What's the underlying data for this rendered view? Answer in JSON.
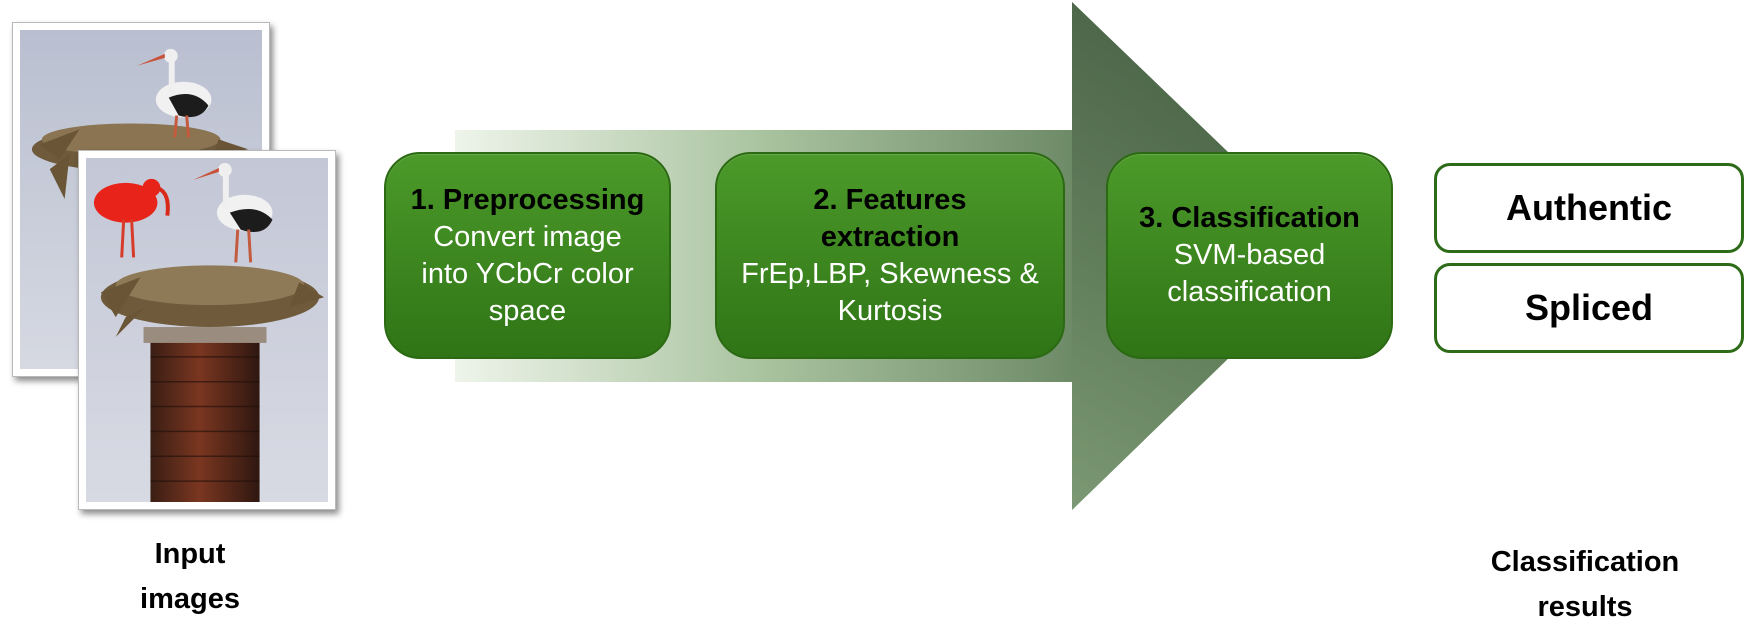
{
  "input": {
    "caption_line1": "Input",
    "caption_line2": "images"
  },
  "steps": [
    {
      "title": "1. Preprocessing",
      "desc_lines": [
        "Convert image",
        "into YCbCr color",
        "space"
      ]
    },
    {
      "title_lines": [
        "2. Features",
        "extraction"
      ],
      "desc_lines": [
        "FrEp,LBP, Skewness &",
        "Kurtosis"
      ]
    },
    {
      "title": "3. Classification",
      "desc_lines": [
        "SVM-based",
        "classification"
      ]
    }
  ],
  "results": {
    "authentic": "Authentic",
    "spliced": "Spliced",
    "caption_line1": "Classification",
    "caption_line2": "results"
  },
  "colors": {
    "box_green": "#3d8720",
    "box_border": "#2b6a13",
    "arrow_dark": "#3f5a3f",
    "arrow_light": "#d9e6d3",
    "result_border": "#2e6b18"
  }
}
